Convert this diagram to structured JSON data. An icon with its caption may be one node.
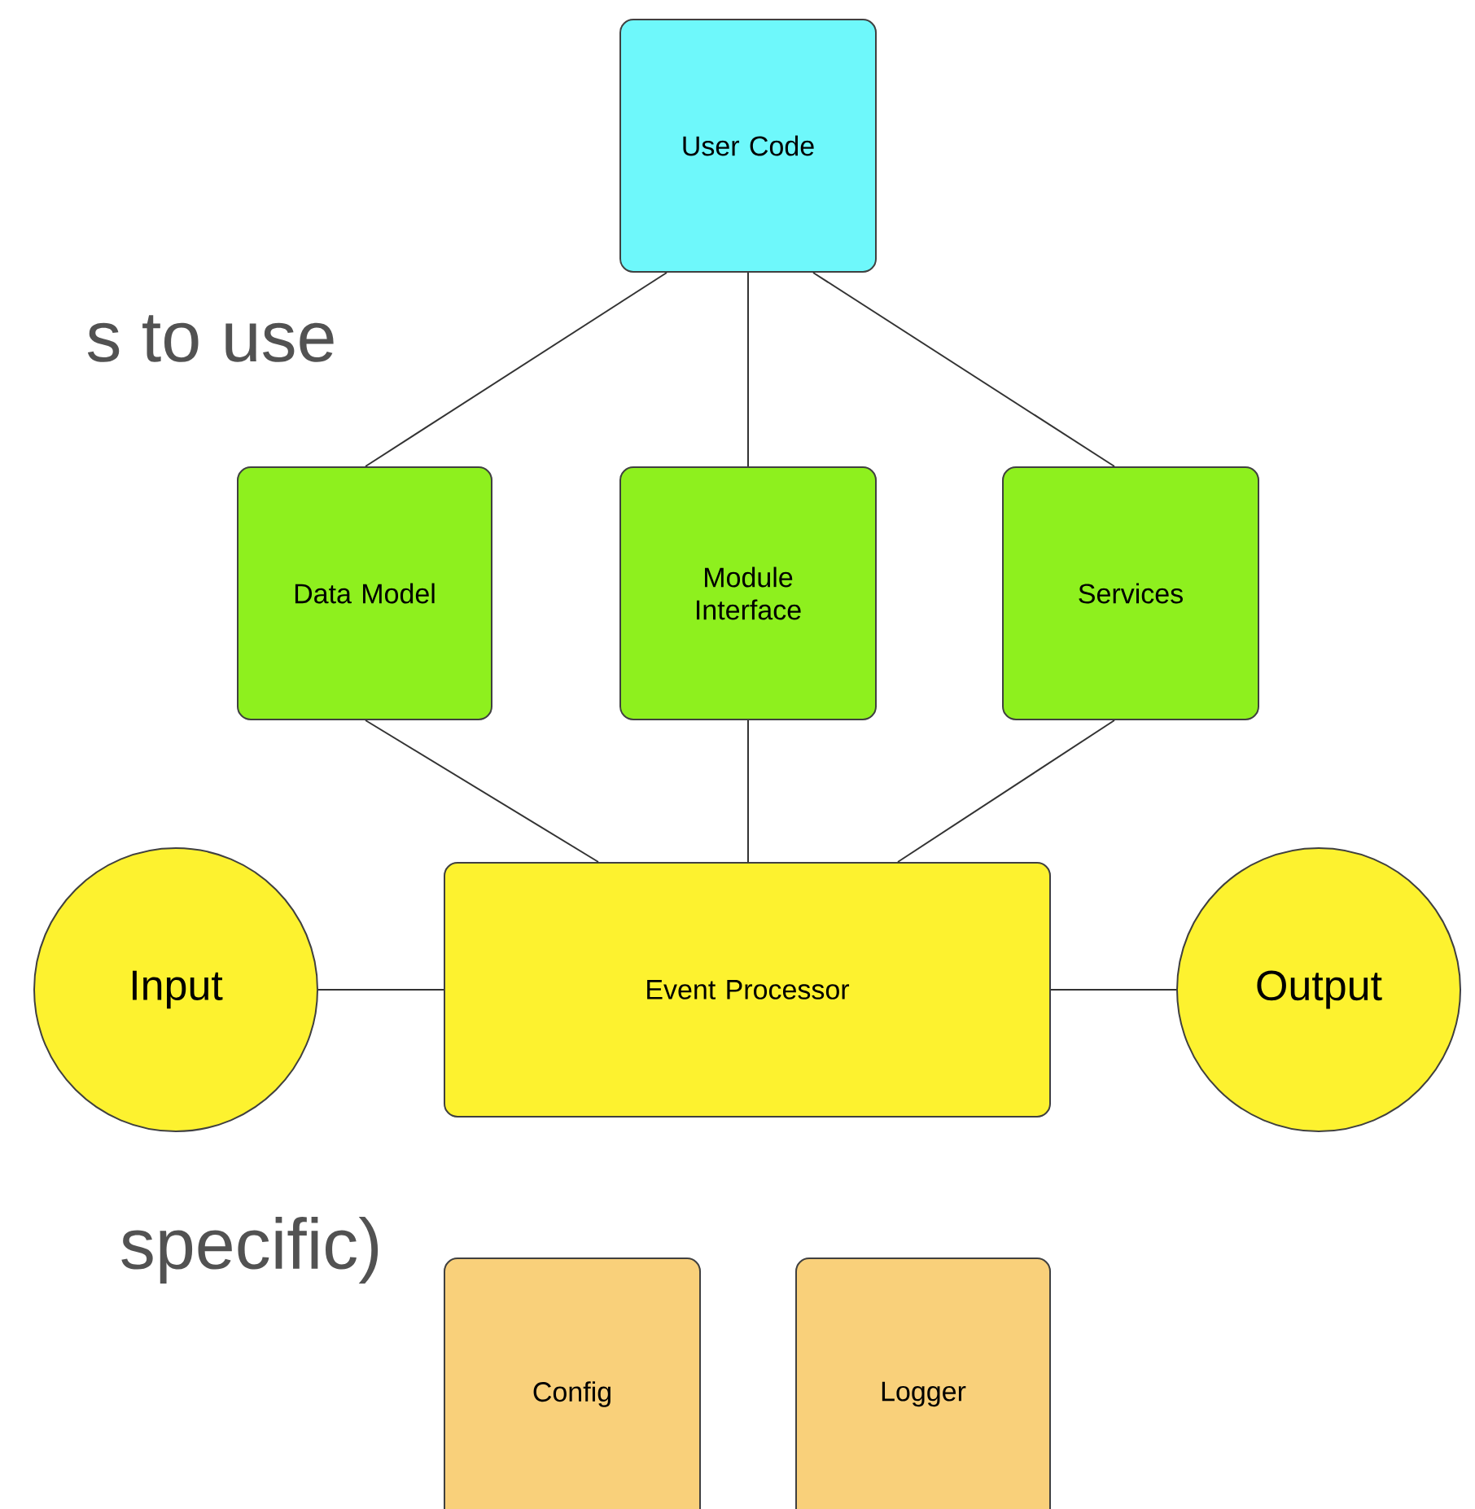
{
  "diagram": {
    "nodes": [
      {
        "text": [
          "User Code"
        ]
      },
      {
        "text": [
          "Data Model"
        ]
      },
      {
        "text": [
          "Module Interface"
        ]
      },
      {
        "text": [
          "Services"
        ]
      },
      {
        "text": [
          "Input"
        ]
      },
      {
        "text": [
          "Event Processor"
        ]
      },
      {
        "text": [
          "Output"
        ]
      },
      {
        "text": [
          "Config"
        ]
      },
      {
        "text": [
          "Logger"
        ]
      }
    ],
    "edges": [
      {
        "from": 0,
        "to": 1,
        "arrow": "none"
      },
      {
        "from": 0,
        "to": 2,
        "arrow": "none"
      },
      {
        "from": 0,
        "to": 3,
        "arrow": "none"
      },
      {
        "from": 1,
        "to": 5,
        "arrow": "none"
      },
      {
        "from": 2,
        "to": 5,
        "arrow": "none"
      },
      {
        "from": 3,
        "to": 5,
        "arrow": "none"
      },
      {
        "from": 4,
        "to": 5,
        "arrow": "none"
      },
      {
        "from": 5,
        "to": 6,
        "arrow": "none"
      }
    ],
    "labels": [
      "s to use",
      "specific)"
    ]
  }
}
